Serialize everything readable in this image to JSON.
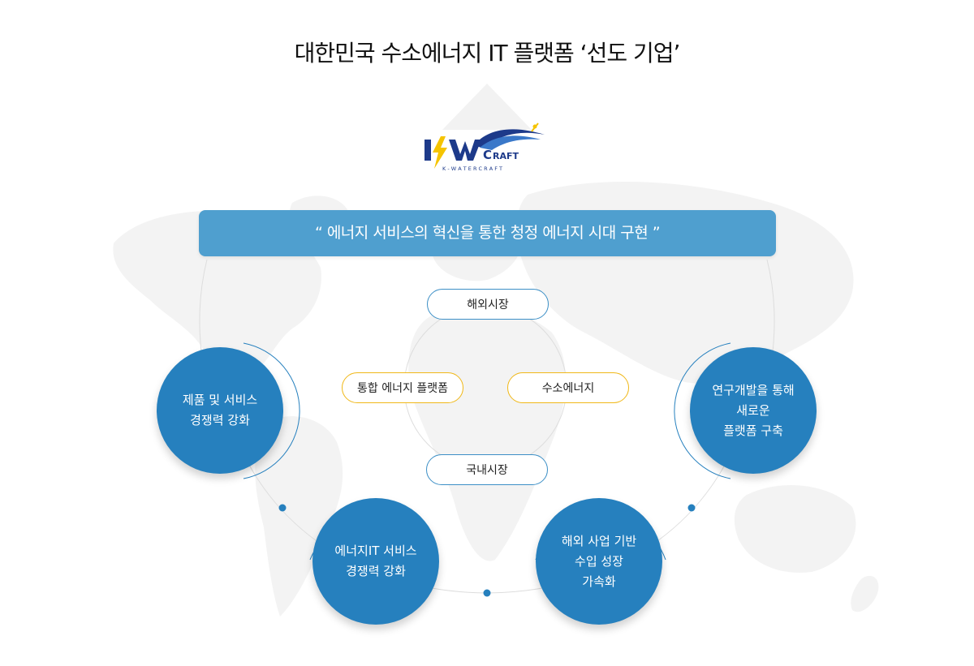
{
  "title": "대한민국 수소에너지 IT 플랫폼 ‘선도 기업’",
  "logo": {
    "wordmark": "KWCRAFT",
    "subtitle": "K - W A T E R C R A F T"
  },
  "banner": {
    "text": "“ 에너지 서비스의 혁신을 통한 청정 에너지 시대 구현 ”"
  },
  "pills": {
    "overseas_market": "해외시장",
    "integrated_platform": "통합 에너지 플랫폼",
    "hydrogen_energy": "수소에너지",
    "domestic_market": "국내시장"
  },
  "circles": {
    "product_service": "제품 및 서비스\n경쟁력 강화",
    "rnd_platform": "연구개발을 통해\n새로운\n플랫폼 구축",
    "energy_it_service": "에너지IT 서비스\n경쟁력 강화",
    "overseas_business": "해외 사업 기반\n수입 성장\n가속화"
  },
  "colors": {
    "banner": "#4f9fcf",
    "circle": "#2680be",
    "pill_blue_border": "#3c8fc6",
    "pill_yellow_border": "#f0b818",
    "logo_navy": "#1d3a8a",
    "logo_yellow": "#f5c400"
  }
}
